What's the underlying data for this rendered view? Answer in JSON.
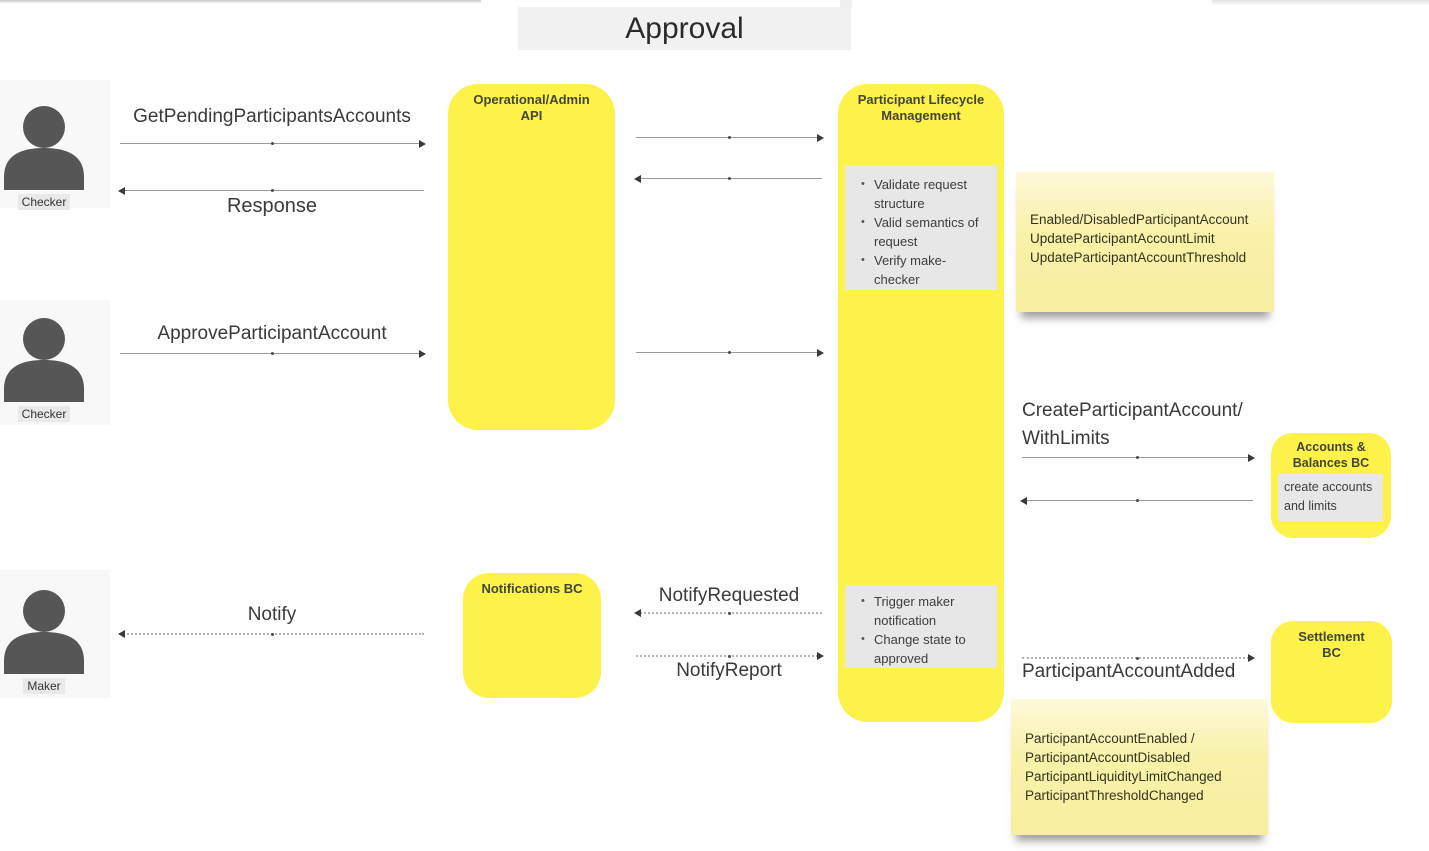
{
  "title": "Approval",
  "actors": [
    {
      "label": "Checker"
    },
    {
      "label": "Checker"
    },
    {
      "label": "Maker"
    }
  ],
  "nodes": {
    "api": {
      "title": "Operational/Admin API"
    },
    "plm": {
      "title": "Participant Lifecycle Management",
      "checks": [
        "Validate request structure",
        "Valid semantics of request",
        "Verify make-checker"
      ],
      "actions": [
        "Trigger maker notification",
        "Change state to approved"
      ]
    },
    "notifications": {
      "title": "Notifications BC"
    },
    "accounts": {
      "title": "Accounts & Balances BC",
      "note": "create accounts and limits"
    },
    "settlement": {
      "title": "Settlement BC"
    }
  },
  "messages": {
    "get_pending": "GetPendingParticipantsAccounts",
    "response": "Response",
    "approve": "ApproveParticipantAccount",
    "notify": "Notify",
    "notify_requested": "NotifyRequested",
    "notify_report": "NotifyReport",
    "create_account_line1": "CreateParticipantAccount/",
    "create_account_line2": "WithLimits",
    "participant_account_added": "ParticipantAccountAdded"
  },
  "sticky_notes": {
    "events_top": [
      "Enabled/DisabledParticipantAccount",
      "UpdateParticipantAccountLimit",
      "UpdateParticipantAccountThreshold"
    ],
    "events_bottom": [
      "ParticipantAccountEnabled /",
      "ParticipantAccountDisabled",
      "ParticipantLiquidityLimitChanged",
      "ParticipantThresholdChanged"
    ]
  },
  "colors": {
    "node_yellow": "#FCF24A",
    "sticky_yellow": "#F8F1A8",
    "panel_gray": "#E7E7E7",
    "actor_bg": "#F8F8F8",
    "header_bg": "#F1F1F1",
    "arrow_gray": "#9A9A9A",
    "text_dark": "#3A3A3A"
  }
}
